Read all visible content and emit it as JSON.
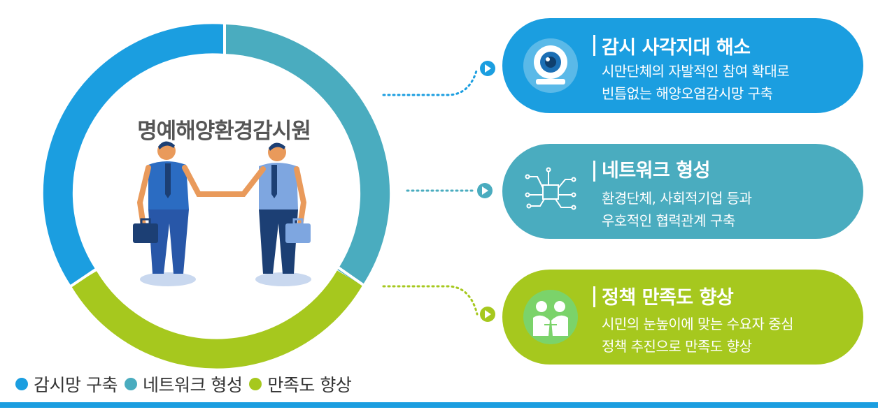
{
  "diagram": {
    "center_title": "명예해양환경감시원",
    "cards": [
      {
        "title": "감시 사각지대 해소",
        "desc_lines": [
          "시만단체의  자발적인 참여 확대로",
          "빈틈없는 해양오염감시망 구축"
        ],
        "icon": "webcam-icon",
        "color": "#1b9ee0"
      },
      {
        "title": "네트워크 형성",
        "desc_lines": [
          "환경단체, 사회적기업 등과",
          "우호적인 협력관계 구축"
        ],
        "icon": "circuit-network-icon",
        "color": "#4aacbf"
      },
      {
        "title": "정책 만족도 향상",
        "desc_lines": [
          "시민의 눈높이에 맞는 수요자 중심",
          "정책 추진으로 만족도 향상"
        ],
        "icon": "handshake-people-icon",
        "color": "#a6c81e"
      }
    ],
    "legend": [
      {
        "label": "감시망 구축",
        "color": "#1b9ee0"
      },
      {
        "label": "네트워크 형성",
        "color": "#4aacbf"
      },
      {
        "label": "만족도 향상",
        "color": "#a6c81e"
      }
    ],
    "ring_colors": [
      "#1b9ee0",
      "#4aacbf",
      "#a6c81e"
    ]
  }
}
